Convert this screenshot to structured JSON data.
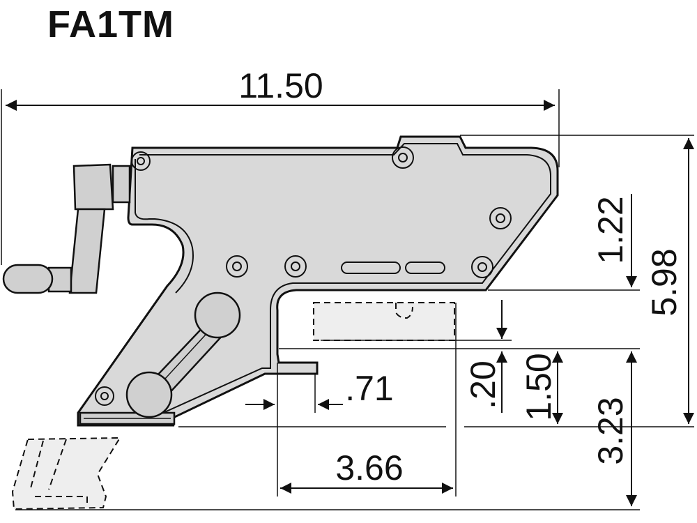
{
  "title": "FA1TM",
  "dimensions": {
    "overall_length": "11.50",
    "overall_height": "5.98",
    "top_offset": "1.22",
    "lower_height": "3.23",
    "jaw_height": "1.50",
    "clearance": ".20",
    "jaw_offset": ".71",
    "jaw_width": "3.66"
  },
  "colors": {
    "body": "#d9d9d9",
    "line": "#111111"
  }
}
